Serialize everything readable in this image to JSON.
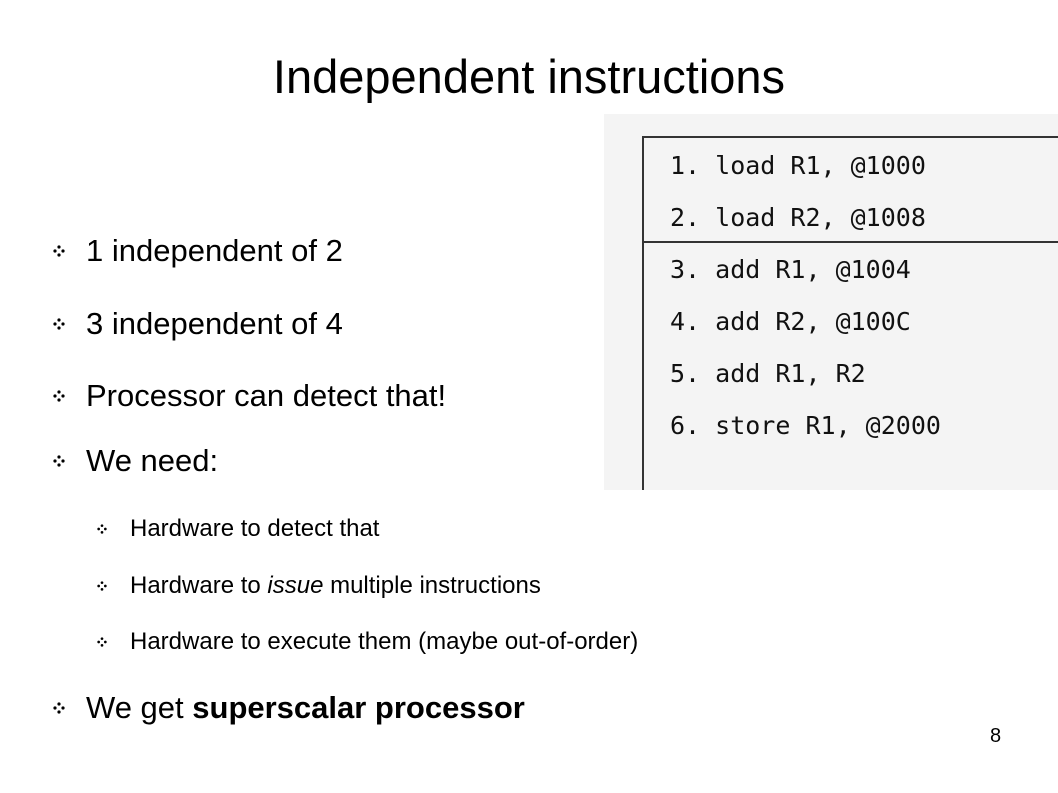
{
  "slide": {
    "title": "Independent instructions",
    "page_number": "8",
    "bullet_icon": "diamond-dots-icon"
  },
  "bullets": [
    {
      "level": 1,
      "text": "1 independent of 2"
    },
    {
      "level": 1,
      "text": "3 independent of 4"
    },
    {
      "level": 1,
      "text": "Processor can detect that!"
    },
    {
      "level": 1,
      "text": "We need:"
    },
    {
      "level": 2,
      "text": "Hardware to detect that"
    },
    {
      "level": 2,
      "parts": [
        {
          "text": "Hardware to ",
          "style": "normal"
        },
        {
          "text": "issue",
          "style": "italic"
        },
        {
          "text": " multiple instructions",
          "style": "normal"
        }
      ]
    },
    {
      "level": 2,
      "text": "Hardware to execute them (maybe out-of-order)"
    },
    {
      "level": 1,
      "parts": [
        {
          "text": "We get ",
          "style": "normal"
        },
        {
          "text": "superscalar processor",
          "style": "bold"
        }
      ]
    }
  ],
  "code": {
    "lines": [
      "1. load R1, @1000",
      "2. load R2, @1008",
      "3. add R1, @1004",
      "4. add R2, @100C",
      "5. add R1, R2",
      "6. store R1, @2000"
    ]
  }
}
